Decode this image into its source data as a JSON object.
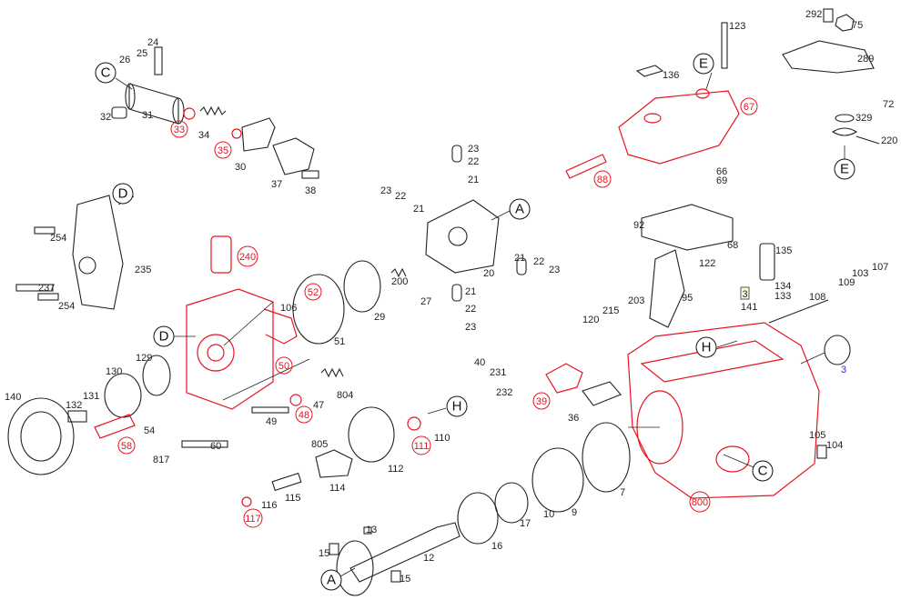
{
  "diagram": {
    "title": "Injection pump exploded parts diagram",
    "colors": {
      "highlight": "#e8141e",
      "normal": "#222222",
      "link": "#2a2ae8"
    },
    "callouts": {
      "c1": "C",
      "e1": "E",
      "e2": "E",
      "d1": "D",
      "a1": "A",
      "d2": "D",
      "h1": "H",
      "c2": "C",
      "h2": "H",
      "a2": "A"
    },
    "parts": {
      "p24": "24",
      "p25": "25",
      "p26": "26",
      "p31": "31",
      "p32": "32",
      "p34": "34",
      "p30": "30",
      "p37": "37",
      "p38": "38",
      "p123": "123",
      "p136": "136",
      "p292": "292",
      "p75": "75",
      "p289": "289",
      "p72": "72",
      "p329": "329",
      "p220": "220",
      "p254a": "254",
      "p235": "235",
      "p237": "237",
      "p254b": "254",
      "p23a": "23",
      "p22a": "22",
      "p21a": "21",
      "p23b": "23",
      "p22b": "22",
      "p21b": "21",
      "p20": "20",
      "p21c": "21",
      "p22c": "22",
      "p23c": "23",
      "p21d": "21",
      "p22d": "22",
      "p23d": "23",
      "p66": "66",
      "p69": "69",
      "p92": "92",
      "p68": "68",
      "p122": "122",
      "p135": "135",
      "p134": "134",
      "p133": "133",
      "p95": "95",
      "p203": "203",
      "p215": "215",
      "p120": "120",
      "p141": "141",
      "p108": "108",
      "p109": "109",
      "p103": "103",
      "p107": "107",
      "p106": "106",
      "p200": "200",
      "p27": "27",
      "p29": "29",
      "p51": "51",
      "p129": "129",
      "p130": "130",
      "p140": "140",
      "p131": "131",
      "p132": "132",
      "p54": "54",
      "p817": "817",
      "p49": "49",
      "p47": "47",
      "p804": "804",
      "p60": "60",
      "p40": "40",
      "p231": "231",
      "p232": "232",
      "p36": "36",
      "p105": "105",
      "p104": "104",
      "p805": "805",
      "p110": "110",
      "p112": "112",
      "p114": "114",
      "p115": "115",
      "p116": "116",
      "p13": "13",
      "p15a": "15",
      "p12": "12",
      "p15b": "15",
      "p16": "16",
      "p17": "17",
      "p10": "10",
      "p9": "9",
      "p7": "7"
    },
    "highlighted_parts": {
      "r33": "33",
      "r35": "35",
      "r88": "88",
      "r67": "67",
      "r240": "240",
      "r52": "52",
      "r50": "50",
      "r58": "58",
      "r48": "48",
      "r111": "111",
      "r117": "117",
      "r39": "39",
      "r800": "800"
    },
    "links": {
      "seal3": "3"
    },
    "boxed": {
      "b3": "3"
    }
  }
}
